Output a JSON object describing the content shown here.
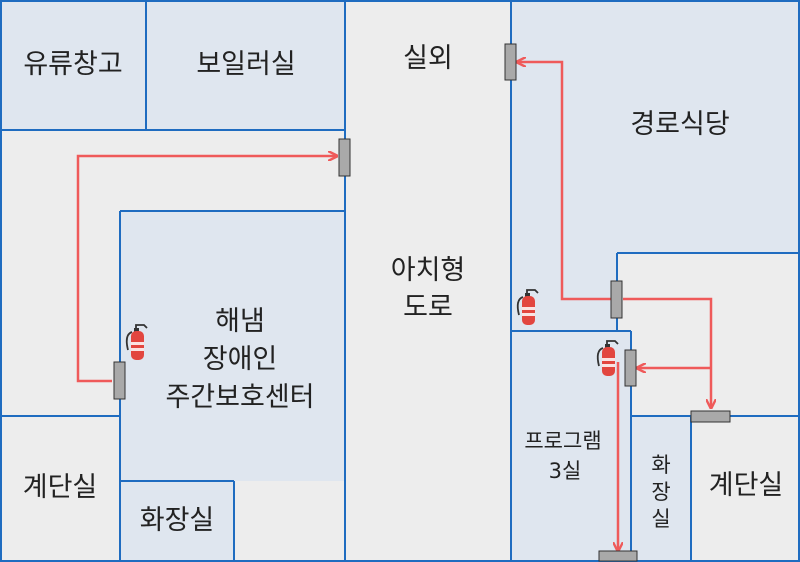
{
  "colors": {
    "room_fill": "#dfe6ef",
    "corridor_fill": "#ededed",
    "wall": "#1f6cc0",
    "route": "#ef5a5a",
    "door": "#a9a9a9",
    "extinguisher": "#e2463f",
    "text": "#222222"
  },
  "rooms": {
    "storage": {
      "label": "유류창고"
    },
    "boiler": {
      "label": "보일러실"
    },
    "outdoor": {
      "label": "실외"
    },
    "dining": {
      "label": "경로식당"
    },
    "arch_road": {
      "line1": "아치형",
      "line2": "도로"
    },
    "center": {
      "line1": "해냄",
      "line2": "장애인",
      "line3": "주간보호센터"
    },
    "stairs_left": {
      "label": "계단실"
    },
    "toilet_left": {
      "label": "화장실"
    },
    "program3": {
      "line1": "프로그램",
      "line2": "3실"
    },
    "toilet_right": {
      "line1": "화",
      "line2": "장",
      "line3": "실"
    },
    "stairs_right": {
      "label": "계단실"
    }
  },
  "icons": {
    "extinguisher": "fire-extinguisher-icon",
    "door": "door-marker"
  }
}
